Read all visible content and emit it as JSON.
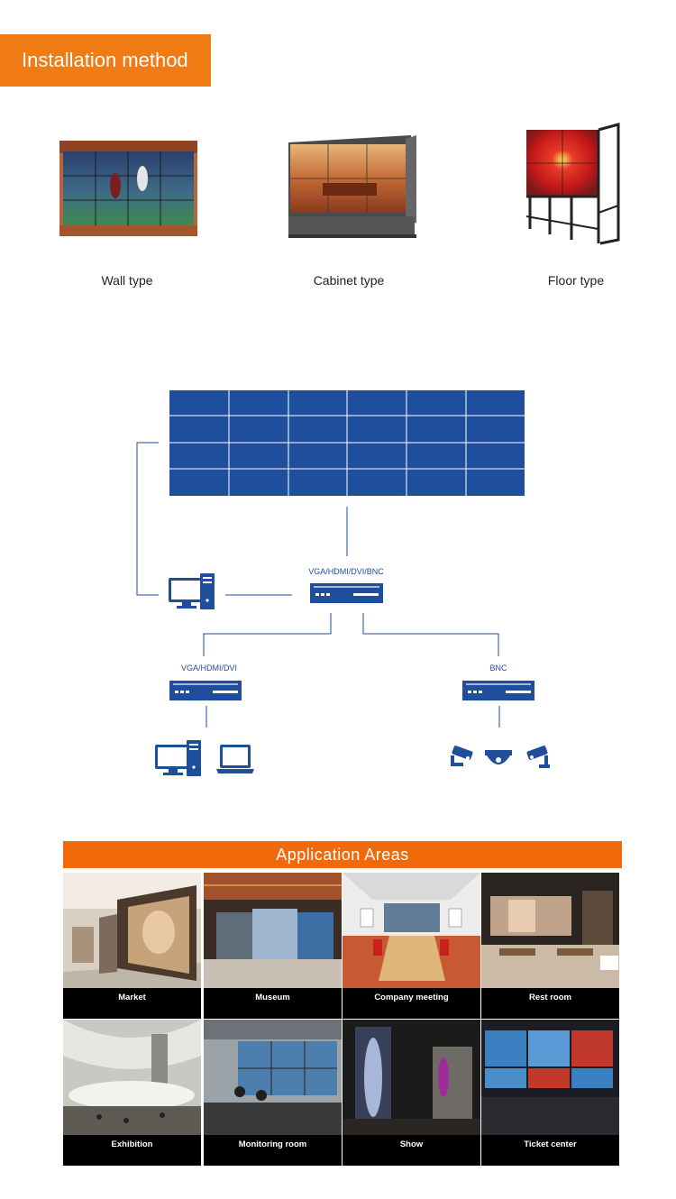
{
  "installation": {
    "heading": "Installation method",
    "types": [
      {
        "label": "Wall type"
      },
      {
        "label": "Cabinet type"
      },
      {
        "label": "Floor type"
      }
    ]
  },
  "diagram": {
    "main_signal_label": "VGA/HDMI/DVI/BNC",
    "left_signal_label": "VGA/HDMI/DVI",
    "right_signal_label": "BNC",
    "wall_rows": 4,
    "wall_cols": 6,
    "color": "#1f4e9c"
  },
  "applications": {
    "heading": "Application Areas",
    "items": [
      {
        "label": "Market"
      },
      {
        "label": "Museum"
      },
      {
        "label": "Company meeting"
      },
      {
        "label": "Rest room"
      },
      {
        "label": "Exhibition"
      },
      {
        "label": "Monitoring room"
      },
      {
        "label": "Show"
      },
      {
        "label": "Ticket center"
      }
    ]
  },
  "colors": {
    "accent_orange": "#f07a14",
    "diagram_blue": "#1f4e9c"
  }
}
